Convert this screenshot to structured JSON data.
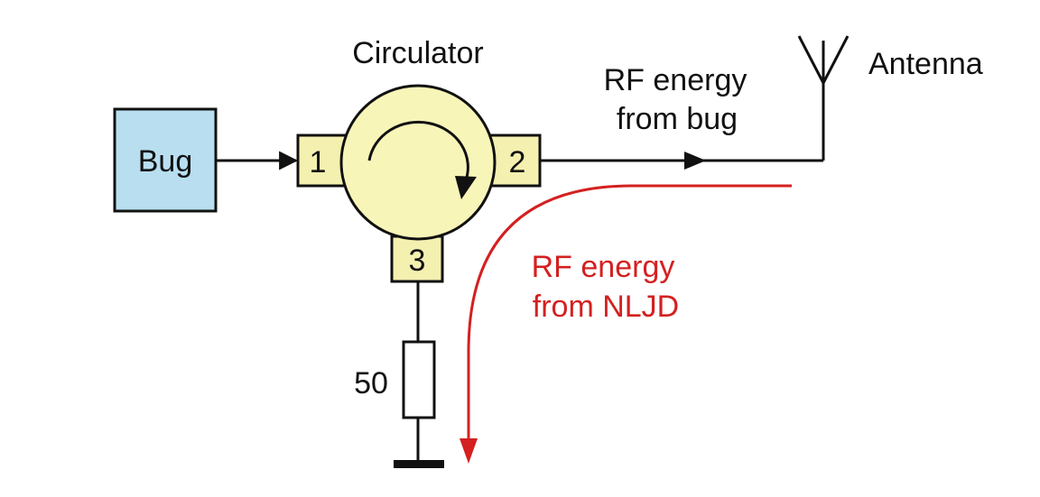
{
  "diagram": {
    "title": "Circulator",
    "bug_label": "Bug",
    "antenna_label": "Antenna",
    "port_1": "1",
    "port_2": "2",
    "port_3": "3",
    "resistor_value": "50",
    "rf_bug_line1": "RF energy",
    "rf_bug_line2": "from bug",
    "rf_nljd_line1": "RF energy",
    "rf_nljd_line2": "from NLJD"
  },
  "colors": {
    "bug_fill": "#b8def0",
    "port_fill": "#f4f0b0",
    "circulator_fill": "#f8f5b8",
    "rf_nljd": "#d42020",
    "line": "#111111"
  }
}
